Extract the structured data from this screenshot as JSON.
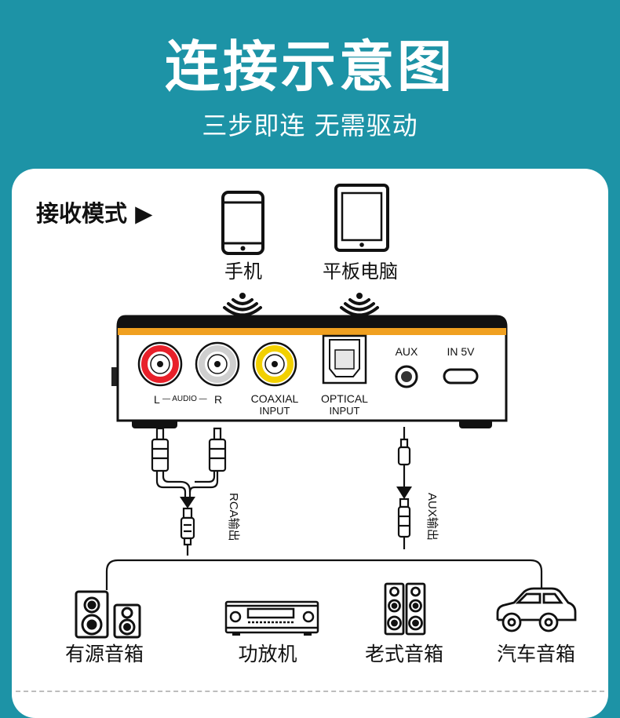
{
  "header": {
    "title": "连接示意图",
    "subtitle": "三步即连 无需驱动"
  },
  "mode": {
    "label": "接收模式 ▶"
  },
  "sources": [
    {
      "label": "手机",
      "icon": "phone-icon"
    },
    {
      "label": "平板电脑",
      "icon": "tablet-icon"
    }
  ],
  "device": {
    "ports": {
      "audio_l": "L",
      "audio_mid": "— AUDIO —",
      "audio_r": "R",
      "coaxial_1": "COAXIAL",
      "coaxial_2": "INPUT",
      "optical_1": "OPTICAL",
      "optical_2": "INPUT",
      "aux": "AUX",
      "power": "IN 5V"
    }
  },
  "cables": {
    "rca": "RCA输出",
    "aux": "AUX输出"
  },
  "outputs": [
    {
      "label": "有源音箱",
      "icon": "active-speaker-icon"
    },
    {
      "label": "功放机",
      "icon": "amplifier-icon"
    },
    {
      "label": "老式音箱",
      "icon": "tower-speaker-icon"
    },
    {
      "label": "汽车音箱",
      "icon": "car-icon"
    }
  ],
  "colors": {
    "background": "#1d93a6",
    "accent_orange": "#f0a020",
    "rca_red": "#e8202a",
    "coaxial_yellow": "#f2d000"
  }
}
